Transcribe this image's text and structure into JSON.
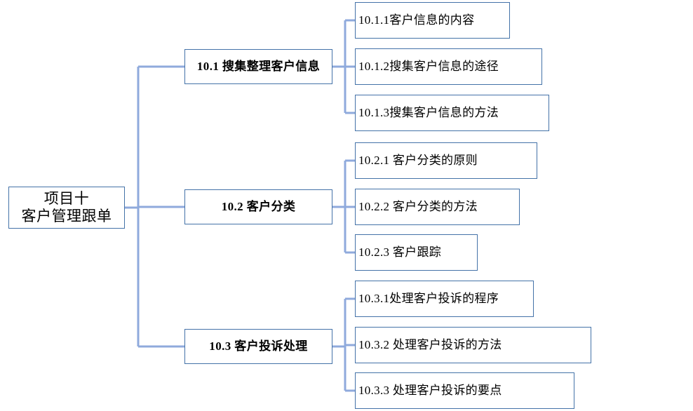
{
  "diagram": {
    "type": "tree-mindmap",
    "orientation": "left-to-right",
    "colors": {
      "box_border": "#4472a8",
      "connector_line": "#8faadc",
      "text": "#000000",
      "background": "#ffffff"
    },
    "root": {
      "line1": "项目十",
      "line2": "客户管理跟单"
    },
    "branches": [
      {
        "label": "10.1 搜集整理客户信息",
        "children": [
          {
            "label": "10.1.1客户信息的内容"
          },
          {
            "label": "10.1.2搜集客户信息的途径"
          },
          {
            "label": "10.1.3搜集客户信息的方法"
          }
        ]
      },
      {
        "label": "10.2 客户分类",
        "children": [
          {
            "label": "10.2.1 客户分类的原则"
          },
          {
            "label": "10.2.2 客户分类的方法"
          },
          {
            "label": "10.2.3 客户跟踪"
          }
        ]
      },
      {
        "label": "10.3 客户投诉处理",
        "children": [
          {
            "label": "10.3.1处理客户投诉的程序"
          },
          {
            "label": "10.3.2 处理客户投诉的方法"
          },
          {
            "label": "10.3.3 处理客户投诉的要点"
          }
        ]
      }
    ]
  }
}
